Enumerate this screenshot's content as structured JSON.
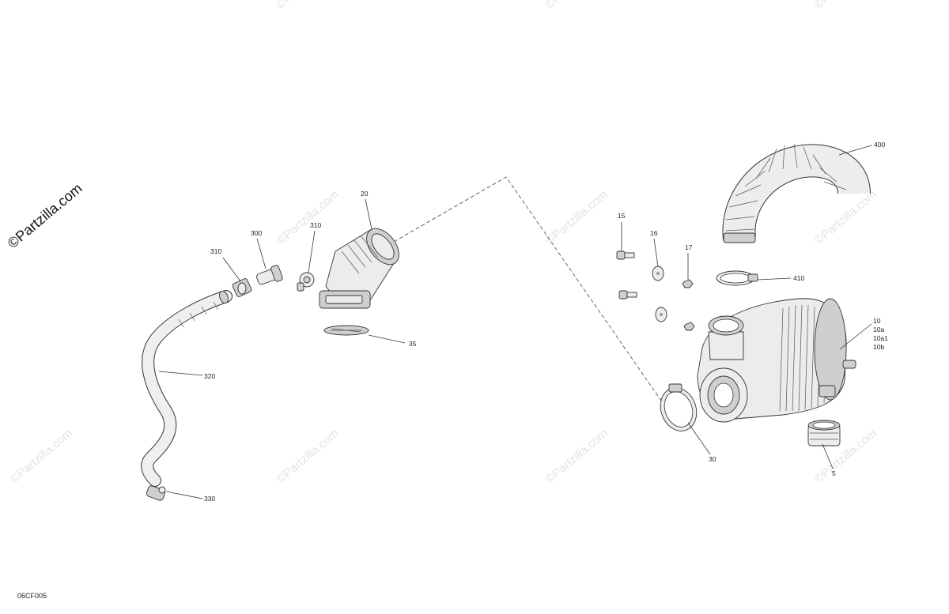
{
  "drawing": {
    "code": "06CF005",
    "copyright": "©Partzilla.com",
    "watermark": "©Partzilla.com"
  },
  "callouts": {
    "c20": "20",
    "c35": "35",
    "c300": "300",
    "c310a": "310",
    "c310b": "310",
    "c320": "320",
    "c330": "330",
    "c400": "400",
    "c410": "410",
    "c15": "15",
    "c16": "16",
    "c17": "17",
    "c10": "10",
    "c10a": "10a",
    "c10a1": "10a1",
    "c10b": "10b",
    "c30": "30",
    "c5": "5"
  }
}
